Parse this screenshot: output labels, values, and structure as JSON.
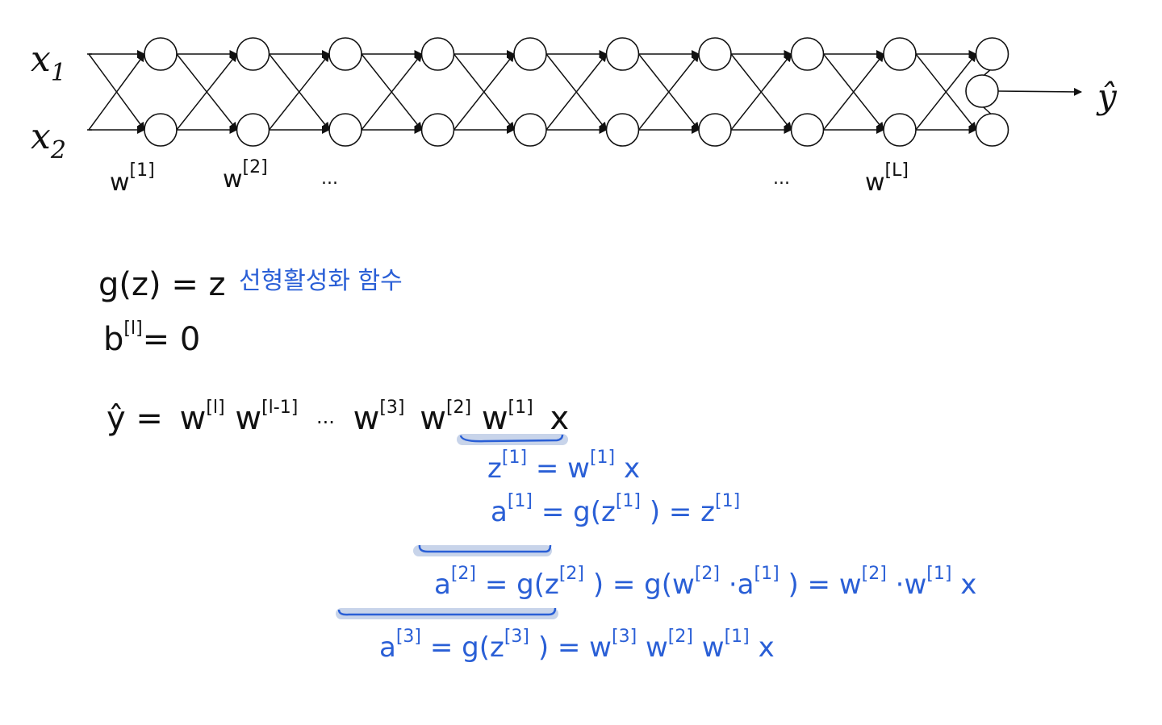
{
  "network": {
    "inputs": [
      {
        "base": "x",
        "sub": "1"
      },
      {
        "base": "x",
        "sub": "2"
      }
    ],
    "output_label": "ŷ",
    "hidden_layers_shown": 10,
    "nodes_per_layer": 2,
    "weight_labels": [
      {
        "base": "w",
        "sup": "[1]"
      },
      {
        "base": "w",
        "sup": "[2]"
      },
      {
        "dots": "..."
      },
      {
        "dots": "..."
      },
      {
        "base": "w",
        "sup": "[L]"
      }
    ]
  },
  "notes": {
    "activation": {
      "lhs": "g(z) = z",
      "note": "선형활성화 함수"
    },
    "bias": {
      "base": "b",
      "sup": "[l]",
      "rhs": "= 0"
    },
    "yhat": {
      "lhs": "ŷ =",
      "terms": [
        {
          "base": "w",
          "sup": "[l]"
        },
        {
          "base": "w",
          "sup": "[l-1]"
        },
        {
          "dots": "···"
        },
        {
          "base": "w",
          "sup": "[3]"
        },
        {
          "base": "w",
          "sup": "[2]"
        },
        {
          "base": "w",
          "sup": "[1]"
        },
        {
          "base": "x"
        }
      ]
    },
    "steps": [
      {
        "parts": [
          {
            "b": "z",
            "s": "[1]"
          },
          {
            "t": " = "
          },
          {
            "b": "w",
            "s": "[1]"
          },
          {
            "t": "x"
          }
        ]
      },
      {
        "parts": [
          {
            "b": "a",
            "s": "[1]"
          },
          {
            "t": " = g(z"
          },
          {
            "s": "[1]"
          },
          {
            "t": ") = z"
          },
          {
            "s": "[1]"
          }
        ]
      },
      {
        "parts": [
          {
            "b": "a",
            "s": "[2]"
          },
          {
            "t": " = g(z"
          },
          {
            "s": "[2]"
          },
          {
            "t": ") = g(w"
          },
          {
            "s": "[2]"
          },
          {
            "t": "·a"
          },
          {
            "s": "[1]"
          },
          {
            "t": ") = w"
          },
          {
            "s": "[2]"
          },
          {
            "t": "·w"
          },
          {
            "s": "[1]"
          },
          {
            "t": "x"
          }
        ]
      },
      {
        "parts": [
          {
            "b": "a",
            "s": "[3]"
          },
          {
            "t": " = g(z"
          },
          {
            "s": "[3]"
          },
          {
            "t": ") = w"
          },
          {
            "s": "[3]"
          },
          {
            "t": "w"
          },
          {
            "s": "[2]"
          },
          {
            "t": "w"
          },
          {
            "s": "[1]"
          },
          {
            "t": "x"
          }
        ]
      }
    ]
  },
  "colors": {
    "ink": "#111111",
    "blue_ink": "#2a5fd6",
    "highlight": "#c8d4ea"
  }
}
